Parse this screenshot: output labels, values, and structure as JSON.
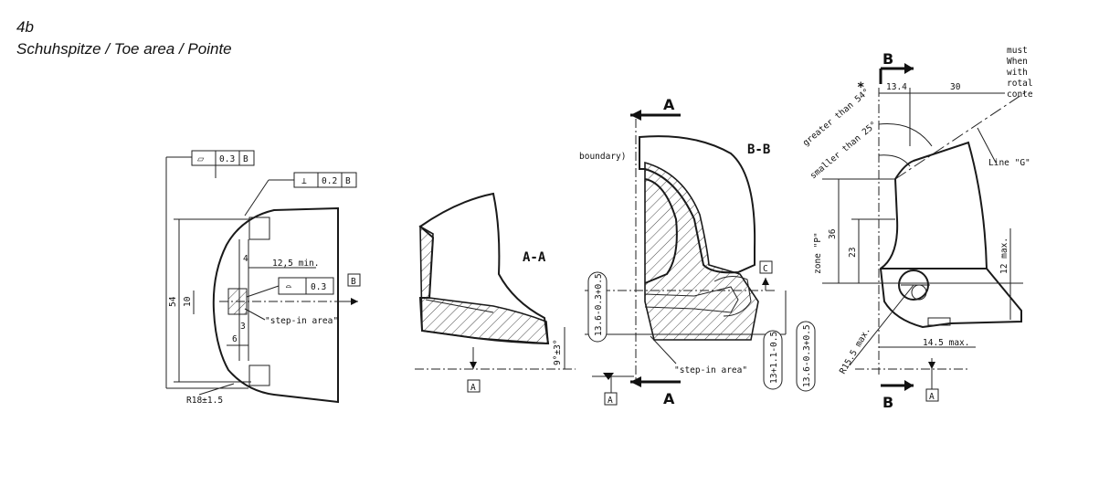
{
  "header": {
    "number": "4b",
    "title": "Schuhspitze / Toe area / Pointe"
  },
  "view1": {
    "flatness": {
      "sym": "⏥",
      "val": "0.3",
      "ref": "B"
    },
    "perp": {
      "sym": "⊥",
      "val": "0.2",
      "ref": "B"
    },
    "profile": {
      "sym": "⌓",
      "val": "0.3"
    },
    "datum_b": "B",
    "dim_54": "54",
    "dim_10": "10",
    "dim_4": "4",
    "dim_3": "3",
    "dim_6": "6",
    "dim_125": "12,5 min.",
    "step_in": "\"step-in area\"",
    "radius": "R18±1.5"
  },
  "view2": {
    "title": "A-A",
    "angle": "9°±3°",
    "datum_a": "A"
  },
  "view3": {
    "arrow_a": "A",
    "boundary": "boundary)",
    "title": "B-B",
    "datum_c": "C",
    "dim_136": "13.6-0.3+0.5",
    "dim_13_left": "13.6-0.3+0.5",
    "dim_13_mid": "13+1.1-0.5",
    "dim_13_right": "13.6-0.3+0.5",
    "step_in": "\"step-in area\"",
    "datum_a": "A"
  },
  "view4": {
    "arrow_b": "B",
    "dim_134": "13.4",
    "dim_30": "30",
    "star": "*",
    "greater": "greater than 54°",
    "smaller": "smaller than 25°",
    "line_g": "Line \"G\"",
    "note": [
      "must",
      "When",
      "with",
      "rotal",
      "conte"
    ],
    "dim_36": "36",
    "dim_23": "23",
    "zone_p": "zone \"P\"",
    "dim_12max": "12 max.",
    "dim_145max": "14.5 max.",
    "r155max": "R15.5 max.",
    "datum_a": "A"
  }
}
